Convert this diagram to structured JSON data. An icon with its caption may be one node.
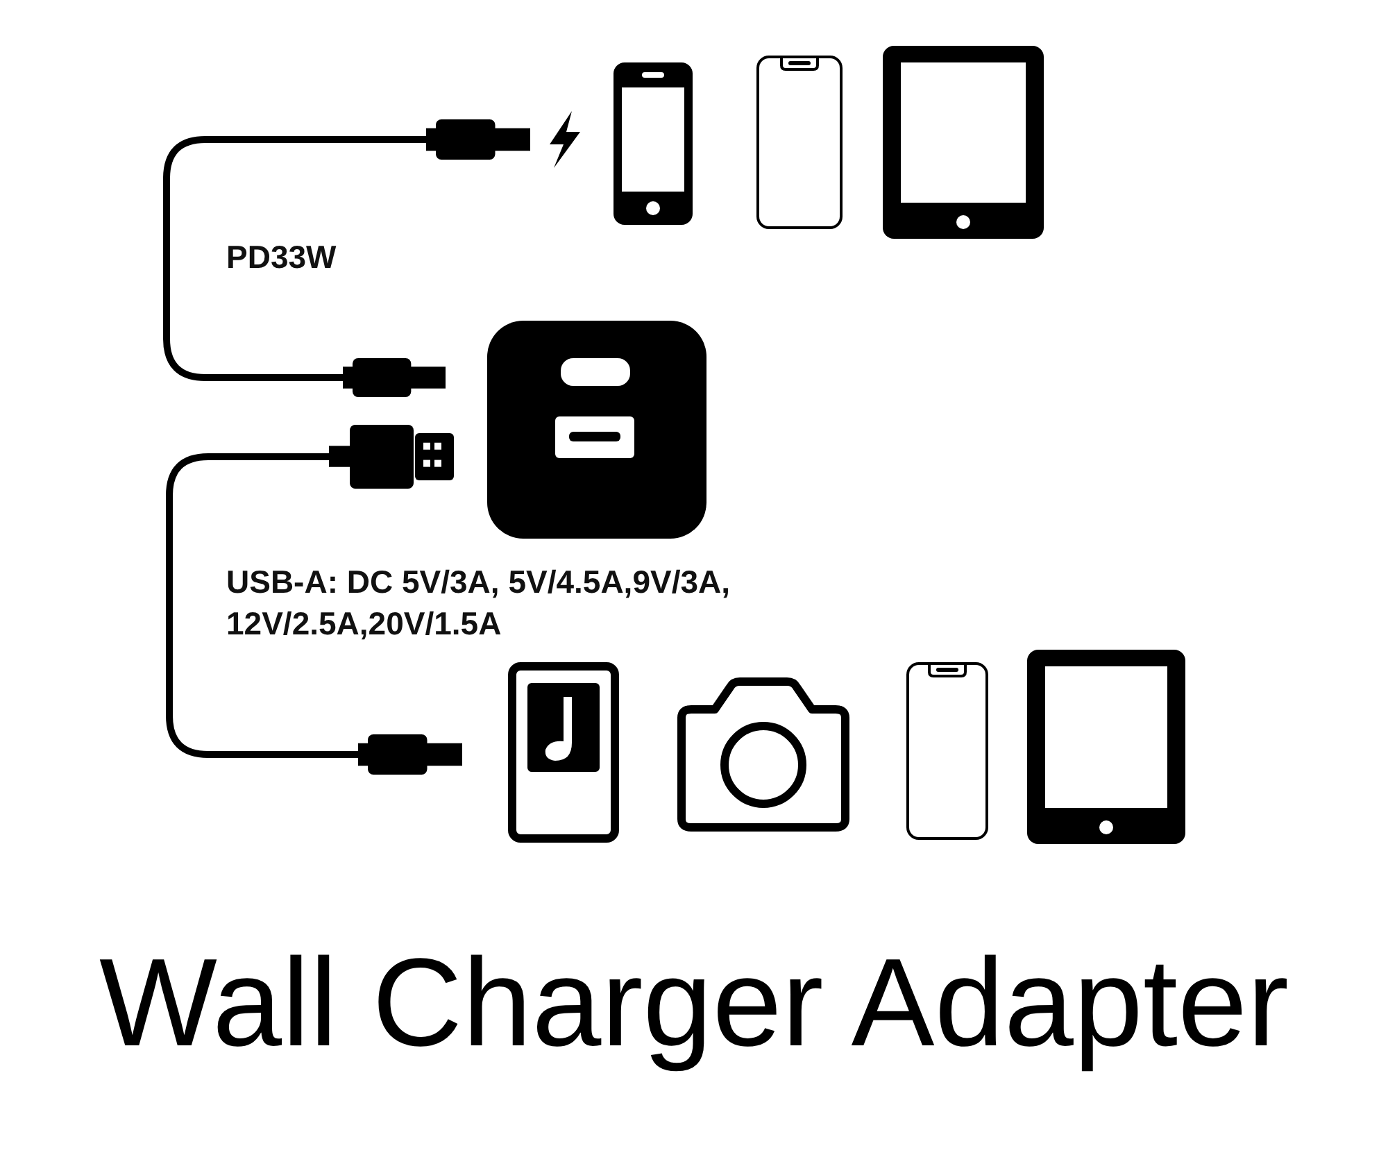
{
  "diagram": {
    "title": "Wall Charger Adapter",
    "nodes": [
      {
        "text": [],
        "shape": "plug"
      },
      {
        "text": [],
        "shape": "plug"
      },
      {
        "text": [],
        "shape": "plug"
      },
      {
        "text": [],
        "shape": "plug"
      }
    ],
    "edges": [
      {
        "from": 1,
        "to": 0,
        "arrow": "none"
      },
      {
        "from": 2,
        "to": 3,
        "arrow": "none"
      }
    ],
    "labels": [
      "PD33W",
      "USB-A: DC 5V/3A, 5V/4.5A,9V/3A, 12V/2.5A,20V/1.5A"
    ]
  }
}
